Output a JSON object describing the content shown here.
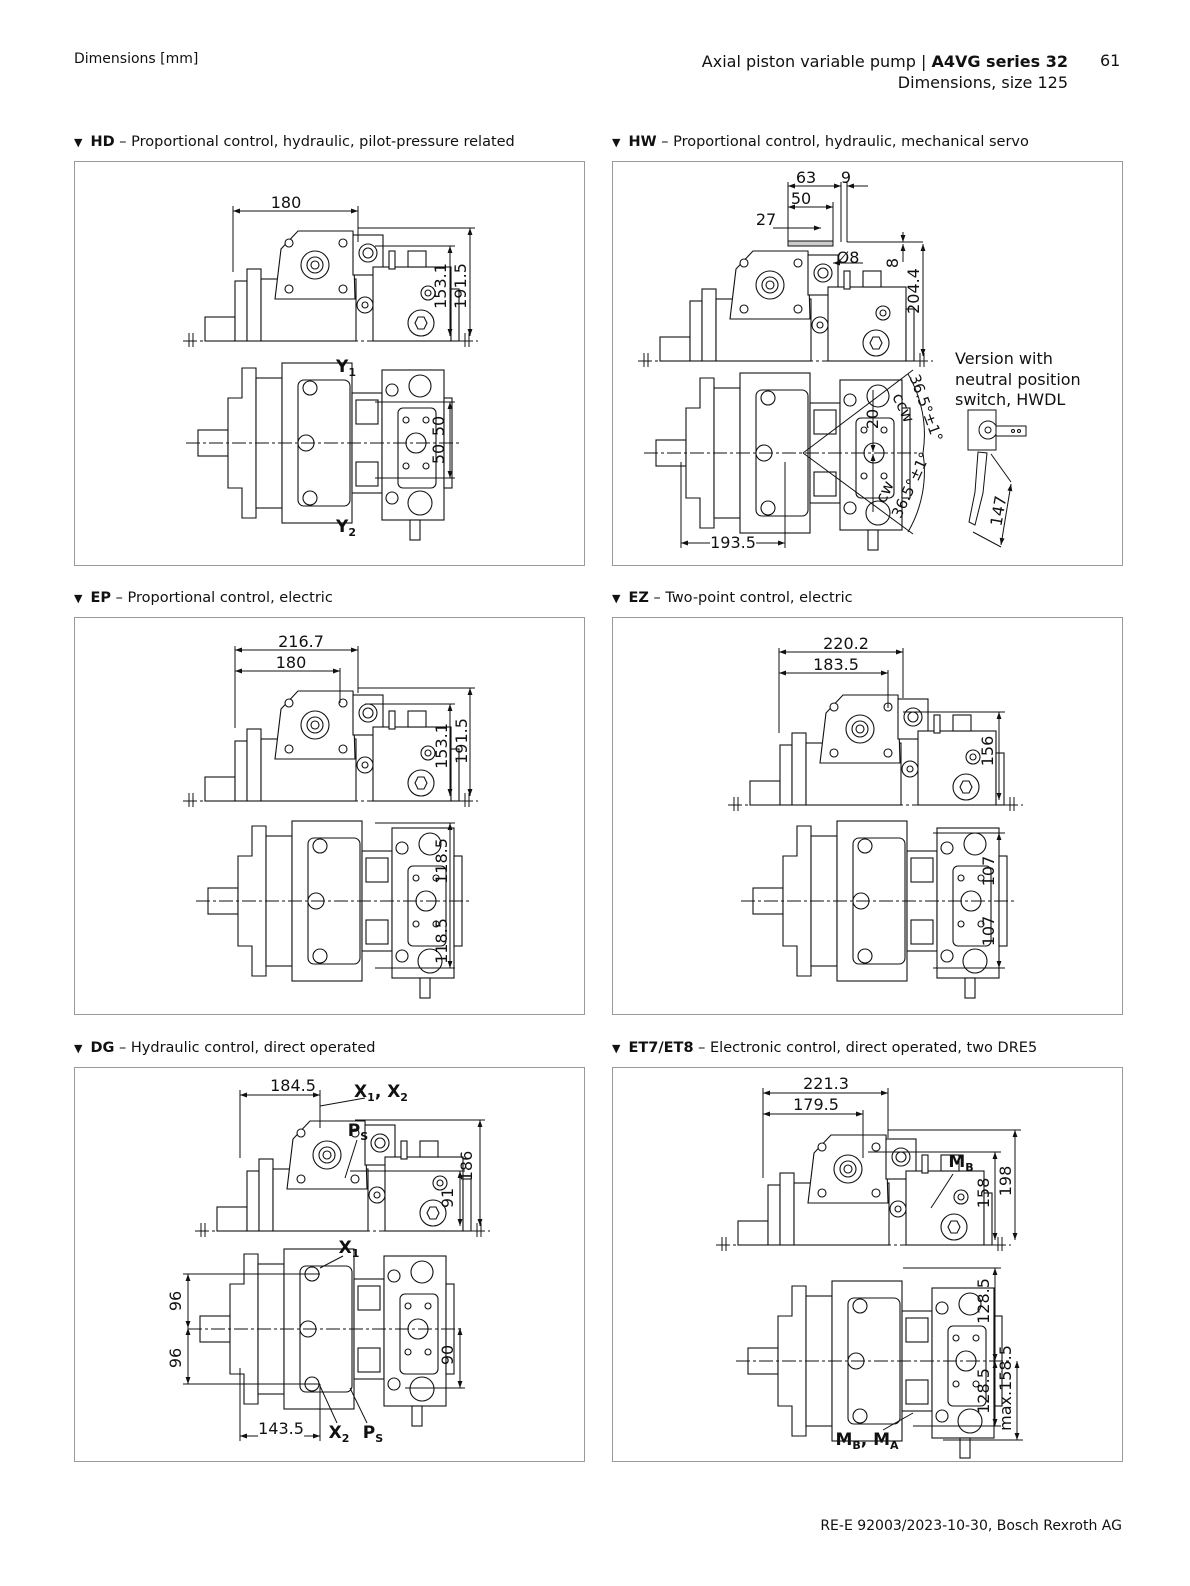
{
  "header": {
    "left": "Dimensions [mm]",
    "title_prefix": "Axial piston variable pump | ",
    "title_bold": "A4VG series 32",
    "subtitle": "Dimensions, size 125",
    "page_number": "61"
  },
  "footer": "RE-E 92003/2023-10-30, Bosch Rexroth AG",
  "marker": "▼",
  "sections": [
    {
      "code": "HD",
      "desc": " – Proportional control, hydraulic, pilot-pressure related",
      "dims": {
        "d180": "180",
        "d153": "153.1",
        "d191": "191.5",
        "y1": "Y1",
        "y2": "Y2",
        "d50a": "50",
        "d50b": "50"
      }
    },
    {
      "code": "HW",
      "desc": " – Proportional control, hydraulic, mechanical servo",
      "dims": {
        "d63": "63",
        "d9": "9",
        "d50": "50",
        "d27": "27",
        "dia8": "Ø8",
        "d8": "8",
        "d204": "204.4",
        "d20": "20",
        "ccw": "ccw",
        "cw": "cw",
        "ang1": "36.5°±1°",
        "ang2": "36.5°±1°",
        "d193": "193.5",
        "d147": "147"
      },
      "note": [
        "Version with",
        "neutral position",
        "switch, HWDL"
      ]
    },
    {
      "code": "EP",
      "desc": " – Proportional control, electric",
      "dims": {
        "d216": "216.7",
        "d180": "180",
        "d153": "153.1",
        "d191": "191.5",
        "d118a": "118.5",
        "d118b": "118.5"
      }
    },
    {
      "code": "EZ",
      "desc": " – Two-point control, electric",
      "dims": {
        "d220": "220.2",
        "d183": "183.5",
        "d156": "156",
        "d107a": "107",
        "d107b": "107"
      }
    },
    {
      "code": "DG",
      "desc": " – Hydraulic control, direct operated",
      "dims": {
        "d184": "184.5",
        "x1x2": "X1, X2",
        "ps_top": "PS",
        "d186": "186",
        "d91": "91",
        "x1": "X1",
        "d96a": "96",
        "d96b": "96",
        "d90": "90",
        "d143": "143.5",
        "x2": "X2",
        "ps_bot": "PS"
      }
    },
    {
      "code": "ET7/ET8",
      "desc": " – Electronic control, direct operated, two DRE5",
      "dims": {
        "d221": "221.3",
        "d179": "179.5",
        "mb": "MB",
        "d158": "158",
        "d198": "198",
        "d128a": "128.5",
        "d128b": "128.5",
        "dmax": "max.158.5",
        "mbma": "MB, MA"
      }
    }
  ]
}
